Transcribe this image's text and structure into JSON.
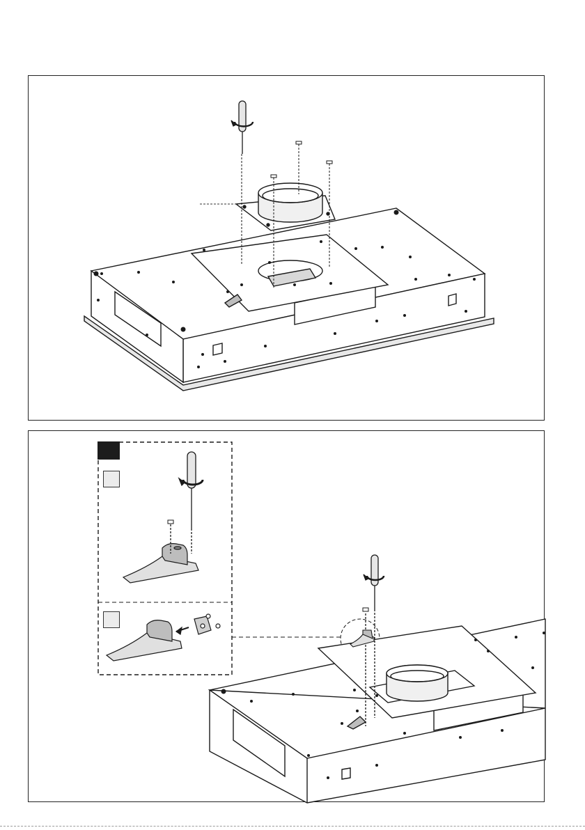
{
  "figure": {
    "top_panel": {
      "icon": "screwdriver-icon",
      "screw_count": 3,
      "part": "duct-adapter-flange"
    },
    "bottom_panel": {
      "step_a_marker": "",
      "step_b1_marker": "",
      "step_b2_marker": "",
      "icons": [
        "screwdriver-icon",
        "bracket-icon"
      ],
      "screw_count": 2
    }
  }
}
